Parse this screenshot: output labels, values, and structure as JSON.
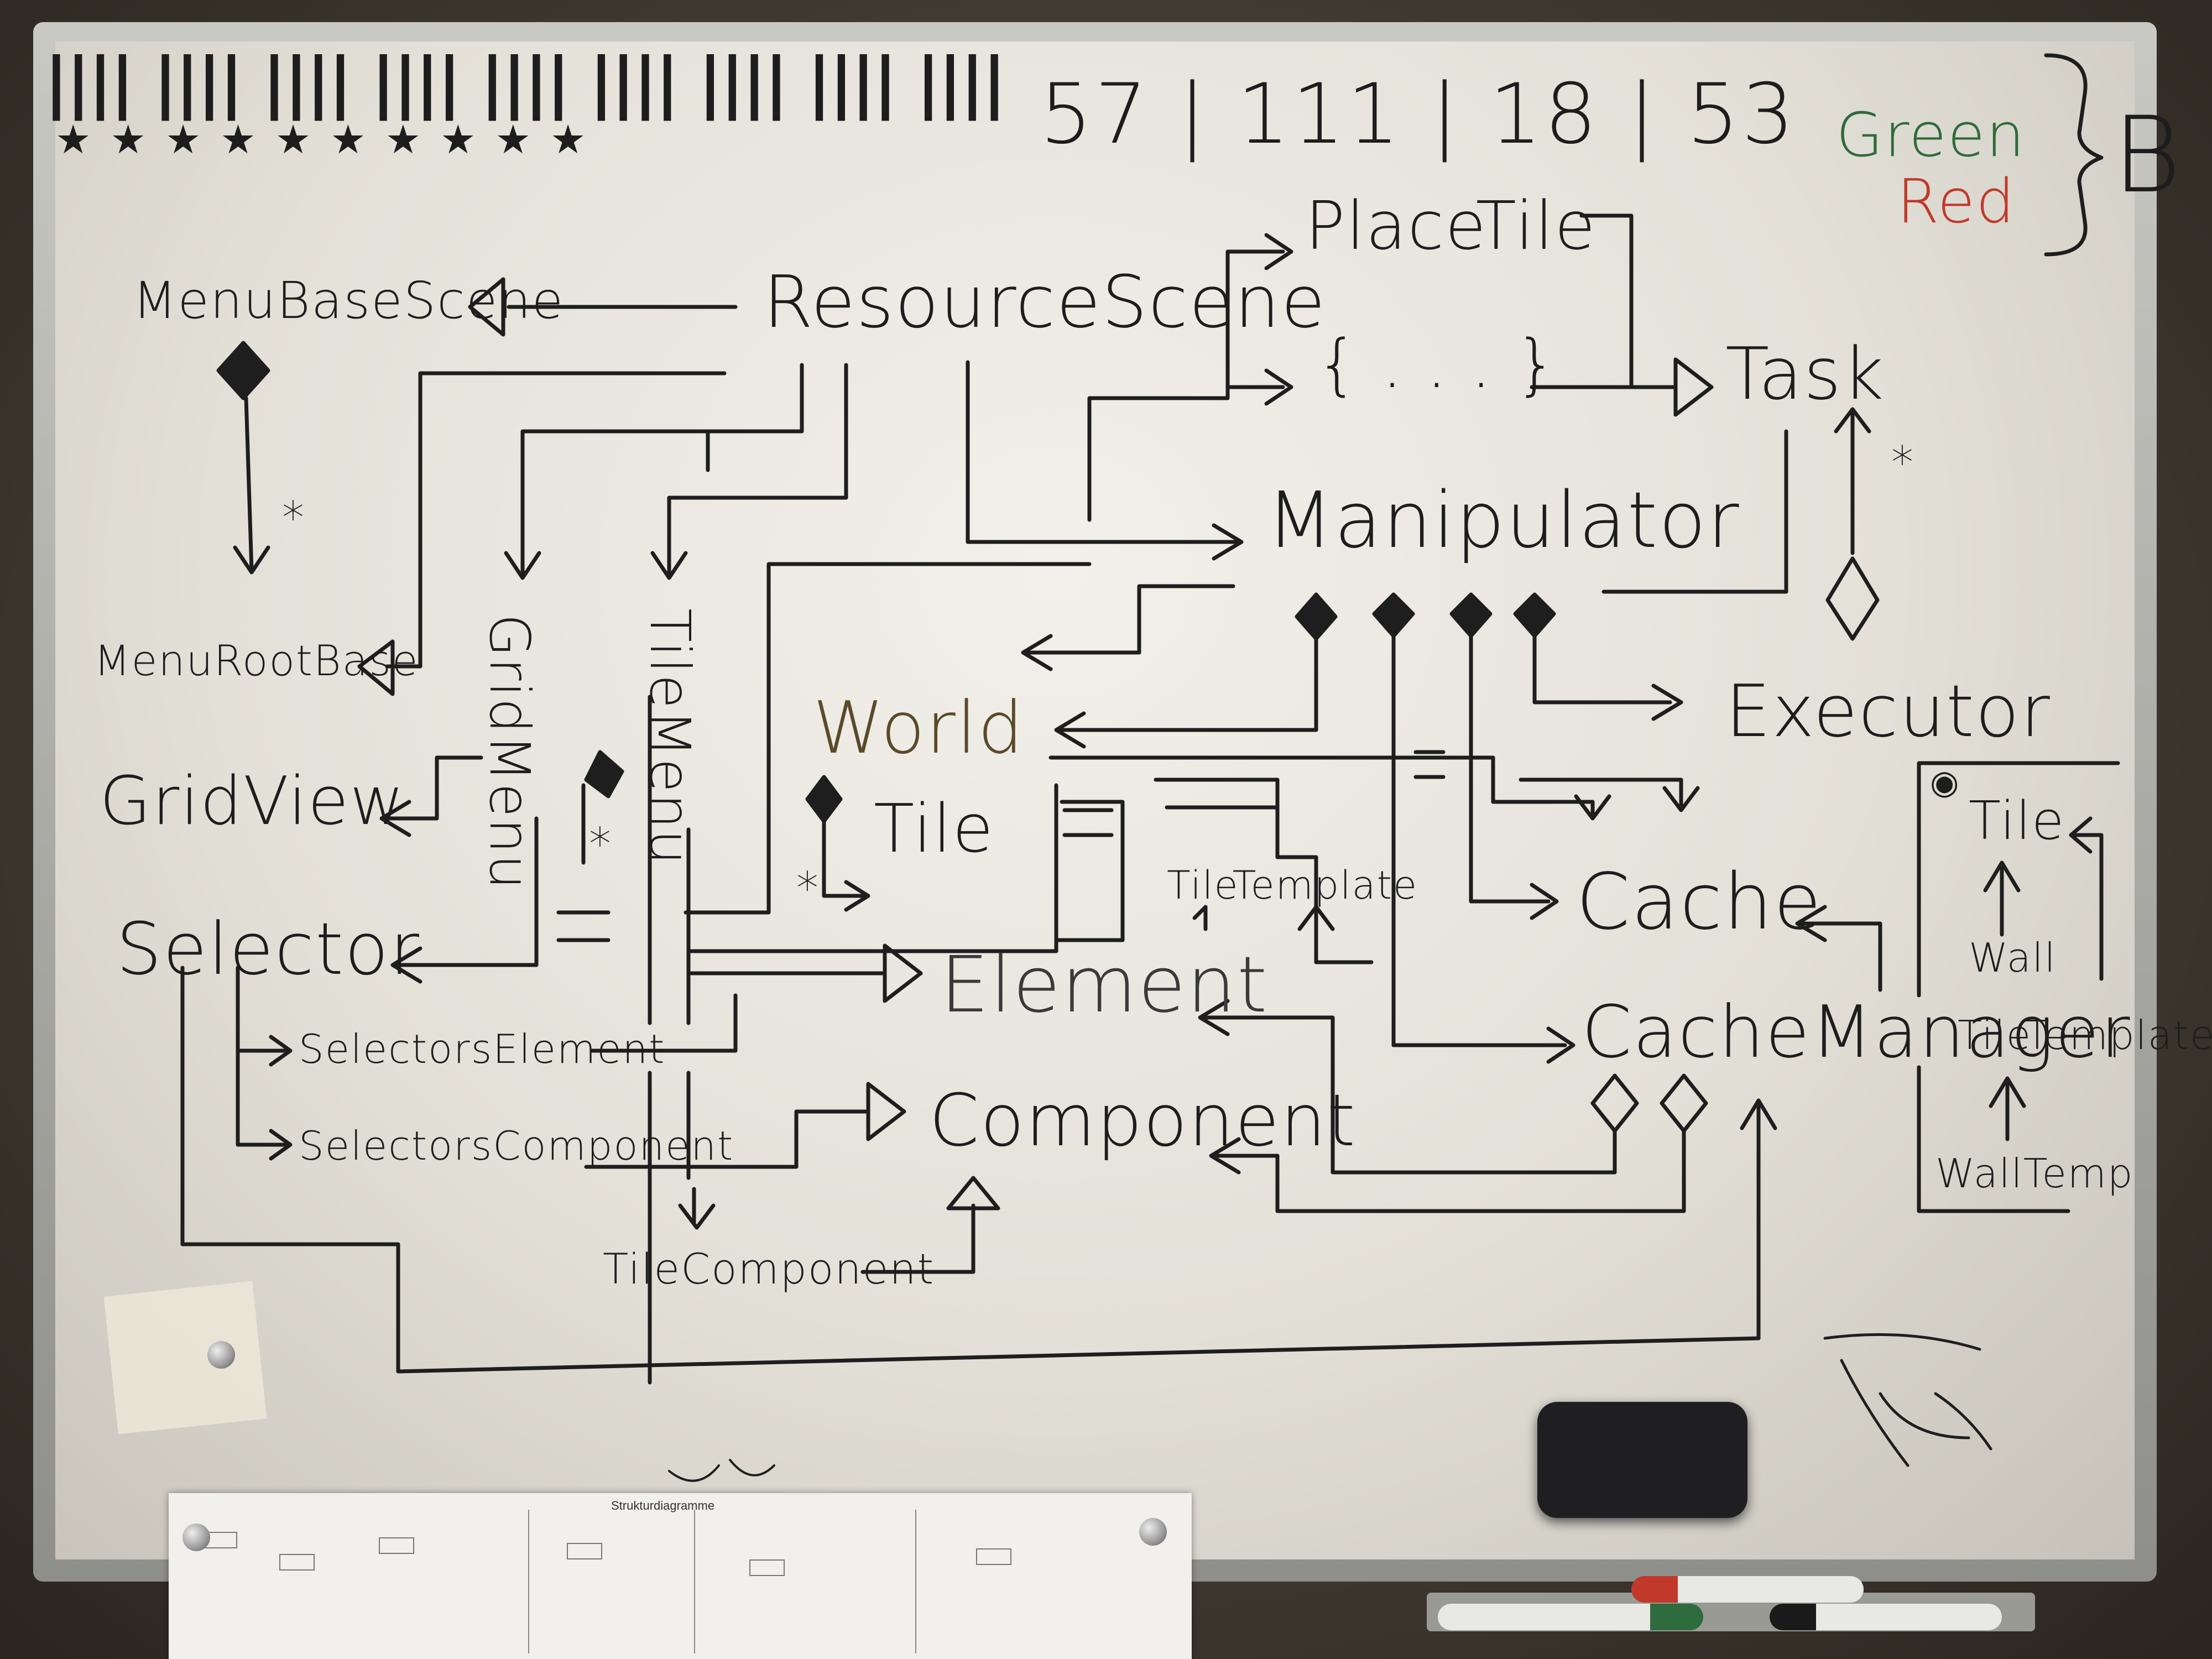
{
  "header": {
    "tally_marks": "|||| |||| |||| |||| |||| |||| |||| |||| ||||",
    "stars": "★ ★ ★ ★ ★ ★ ★ ★ ★ ★",
    "score": "57 | 111 | 18 | 53"
  },
  "legend": {
    "green_label": "Green",
    "red_label": "Red",
    "group_label": "B",
    "green_color": "#2f6b3a",
    "red_color": "#c0392b"
  },
  "classes": {
    "menu_base_scene": "MenuBaseScene",
    "resource_scene": "ResourceScene",
    "place_tile": "PlaceTile",
    "ellipsis": "{ . . . }",
    "task": "Task",
    "menu_root_base": "MenuRootBase",
    "grid_menu": "GridMenu",
    "tile_menu": "TileMenu",
    "manipulator": "Manipulator",
    "world": "World",
    "executor": "Executor",
    "grid_view": "GridView",
    "tile": "Tile",
    "tile_template": "TileTemplate",
    "cache": "Cache",
    "selector": "Selector",
    "element": "Element",
    "cache_manager": "CacheManager",
    "selectors_element": "SelectorsElement",
    "selectors_component": "SelectorsComponent",
    "component": "Component",
    "tile_component": "TileComponent"
  },
  "side_box": {
    "tile": "Tile",
    "wall": "Wall",
    "tile_template": "TileTemplate",
    "wall_temp": "WallTemp"
  },
  "multiplicity": "*",
  "poster_title": "Strukturdiagramme"
}
